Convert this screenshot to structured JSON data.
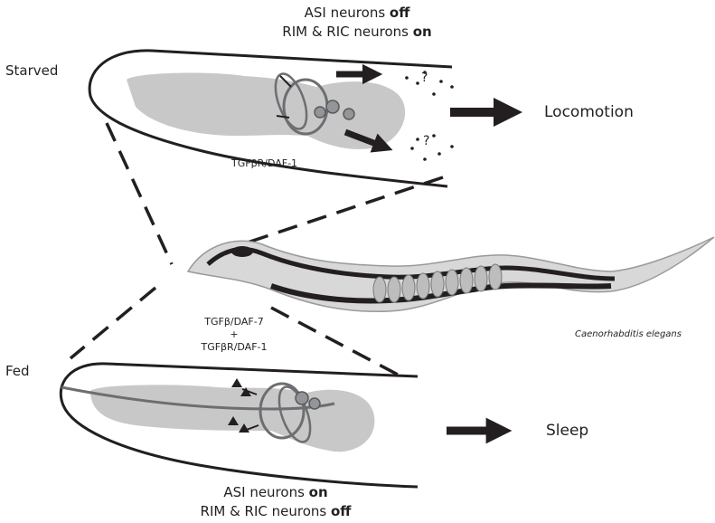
{
  "starved": {
    "state_label": "Starved",
    "asi_prefix": "ASI neurons ",
    "asi_state": "off",
    "rim_prefix": "RIM & RIC neurons ",
    "rim_state": "on",
    "receptor_label": "TGFβR/DAF-1",
    "unknown_mark": "?",
    "output_label": "Locomotion"
  },
  "fed": {
    "state_label": "Fed",
    "ligand_line1": "TGFβ/DAF-7",
    "ligand_plus": "+",
    "ligand_line2": "TGFβR/DAF-1",
    "asi_prefix": "ASI neurons ",
    "asi_state": "on",
    "rim_prefix": "RIM & RIC neurons ",
    "rim_state": "off",
    "output_label": "Sleep"
  },
  "organism": {
    "species_label": "Caenorhabditis elegans"
  },
  "colors": {
    "ink": "#231f20",
    "body_gray": "#c8c8c8",
    "neuron_gray": "#6d6e71"
  }
}
